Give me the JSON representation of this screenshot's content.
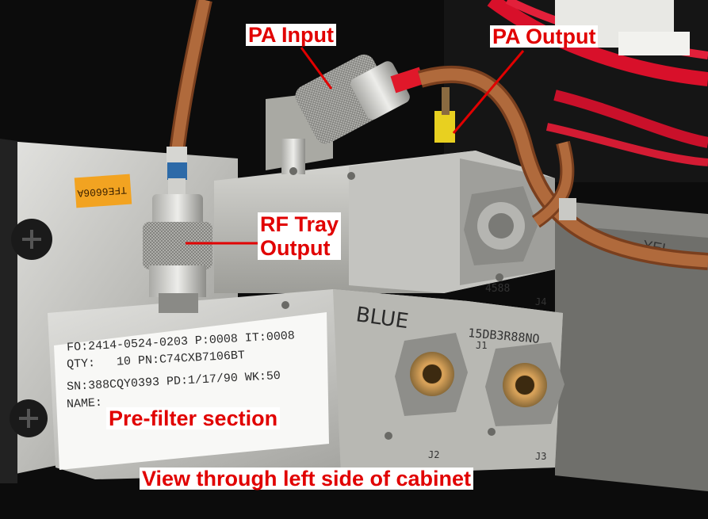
{
  "annotations": {
    "pa_input": "PA Input",
    "pa_output": "PA Output",
    "rf_tray_output_line1": "RF Tray",
    "rf_tray_output_line2": "Output",
    "pre_filter": "Pre-filter section",
    "view_caption": "View through left side of cabinet"
  },
  "sticker": {
    "line1": "FO:2414-0524-0203 P:0008 IT:0008",
    "line2": "QTY:   10 PN:C74CXB7106BT",
    "line3": "SN:388CQY0393 PD:1/17/90 WK:50",
    "line4": "NAME:"
  },
  "part_labels": {
    "orange_tag": "TFE6606A",
    "handwritten": "BLUE",
    "stamp": "15DB3R88NO",
    "j4": "J4",
    "j1": "J1",
    "j2": "J2",
    "j3": "J3",
    "j4_code": "4588"
  },
  "colors": {
    "annotation_red": "#e10000",
    "annotation_bg": "#ffffff",
    "cable_copper": "#b06a3c",
    "metal": "#c9c9c7"
  }
}
